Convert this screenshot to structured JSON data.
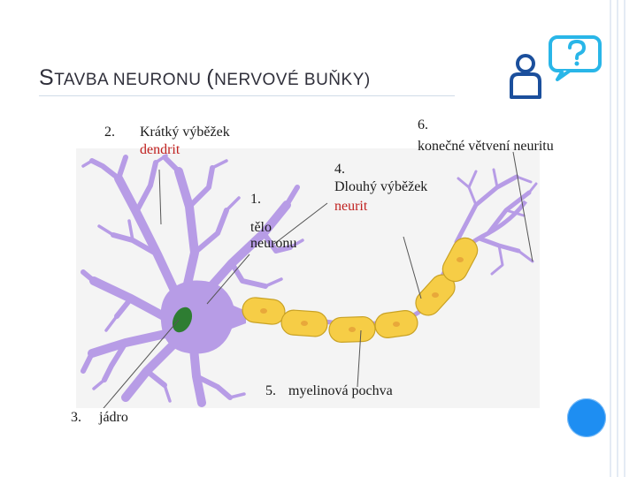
{
  "slide": {
    "title_cap1": "S",
    "title_rest1": "TAVBA NEURONU ",
    "title_cap2": "(",
    "title_rest2": "NERVOVÉ BUŇKY)"
  },
  "labels": {
    "n2": "2.",
    "dendrite_title": "Krátký výběžek",
    "dendrite_name": "dendrit",
    "n1": "1.",
    "body_line1": "tělo",
    "body_line2": "neuronu",
    "n4": "4.",
    "axon_title": "Dlouhý výběžek",
    "axon_name": "neurit",
    "n6": "6.",
    "terminal": "konečné větvení neuritu",
    "n5": "5.",
    "myelin": "myelinová pochva",
    "n3": "3.",
    "nucleus": "jádro"
  },
  "colors": {
    "neuron": "#b79ce6",
    "myelin": "#f6cd46",
    "nucleus": "#2e7d32",
    "red_text": "#c0211f",
    "accent_blue": "#1e8ef2"
  },
  "icons": [
    "person-question-icon"
  ]
}
